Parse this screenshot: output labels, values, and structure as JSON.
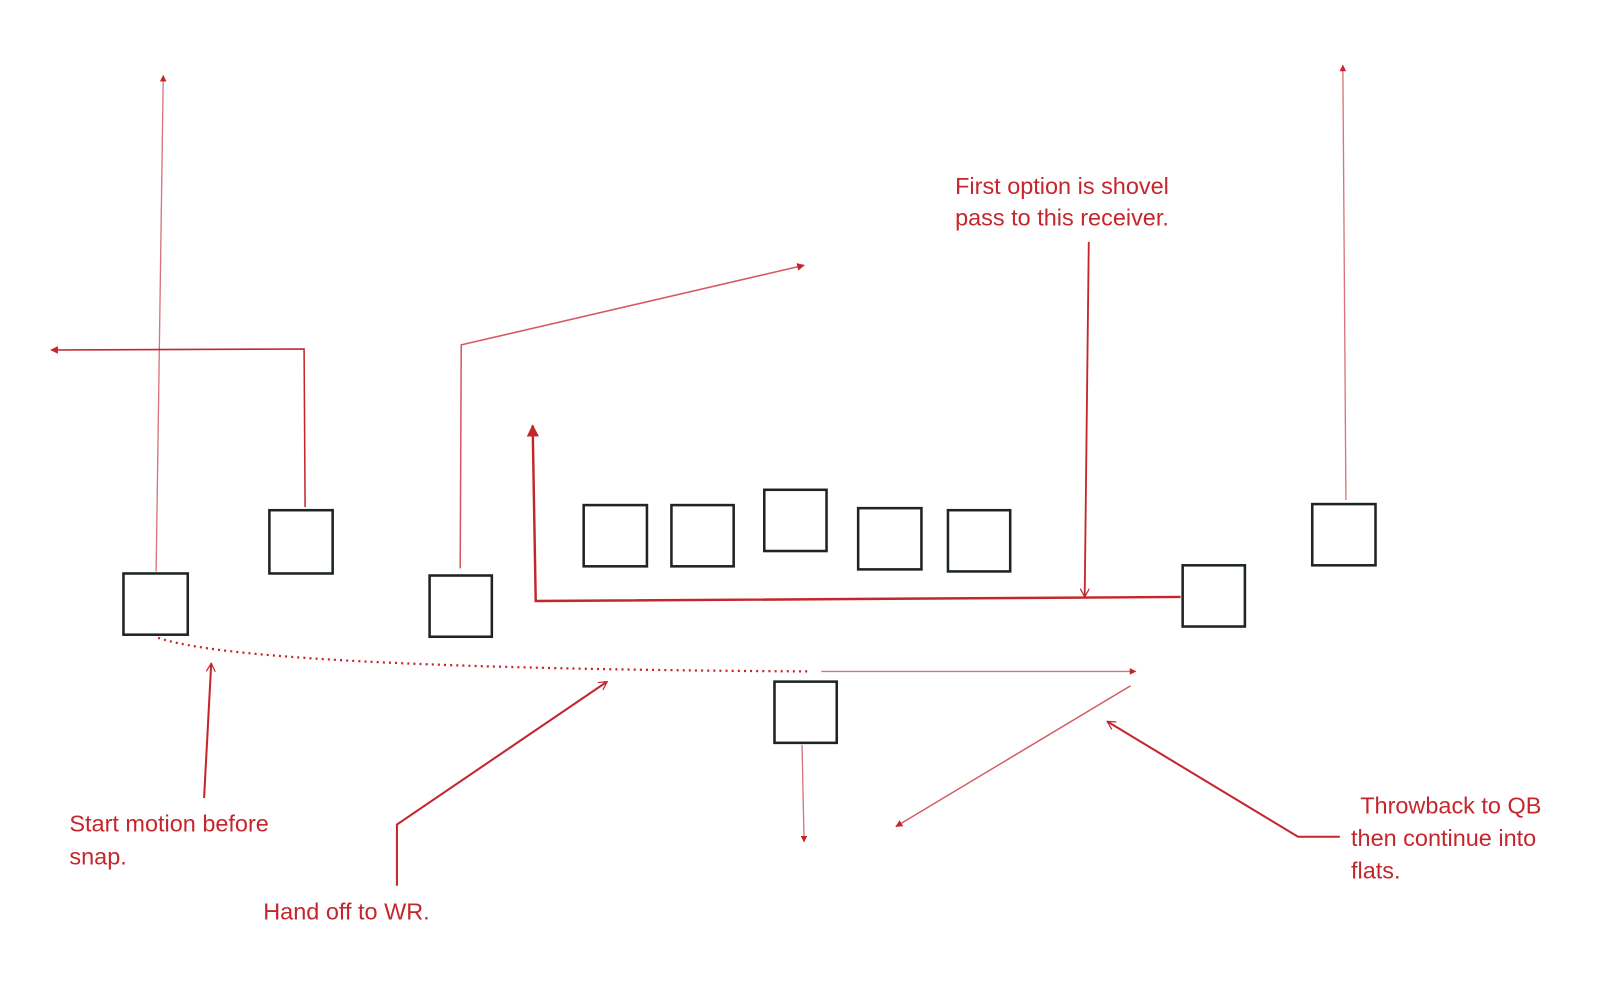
{
  "colors": {
    "route": "#c4262b",
    "route_light": "#d9727a",
    "player": "#1e2424",
    "background": "#ffffff"
  },
  "annotations": {
    "shovel": {
      "line1": "First option is shovel",
      "line2": "pass to this receiver."
    },
    "motion": {
      "line1": "Start motion before",
      "line2": "snap."
    },
    "handoff": {
      "line1": "Hand off to WR."
    },
    "throwback": {
      "line1": "Throwback to QB",
      "line2": "then continue into",
      "line3": "flats."
    }
  }
}
